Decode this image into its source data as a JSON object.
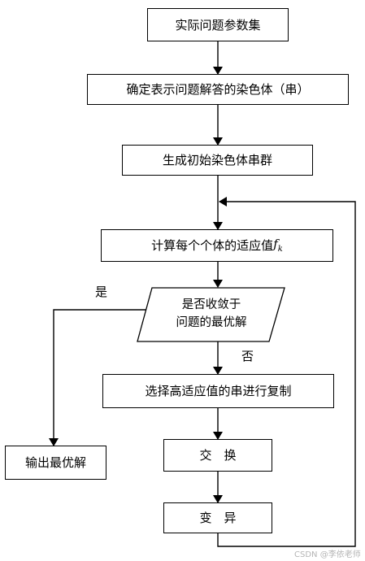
{
  "nodes": {
    "problem_params": "实际问题参数集",
    "encode": "确定表示问题解答的染色体（串）",
    "init_pop": "生成初始染色体串群",
    "fitness_text": "计算每个个体的适应值",
    "fitness_symbol": "f",
    "fitness_sub": "k",
    "converge_line1": "是否收敛于",
    "converge_line2": "问题的最优解",
    "select": "选择高适应值的串进行复制",
    "crossover": "交　换",
    "mutation": "变　异",
    "output": "输出最优解"
  },
  "edge_labels": {
    "yes": "是",
    "no": "否"
  },
  "watermark": "CSDN @李依老师"
}
